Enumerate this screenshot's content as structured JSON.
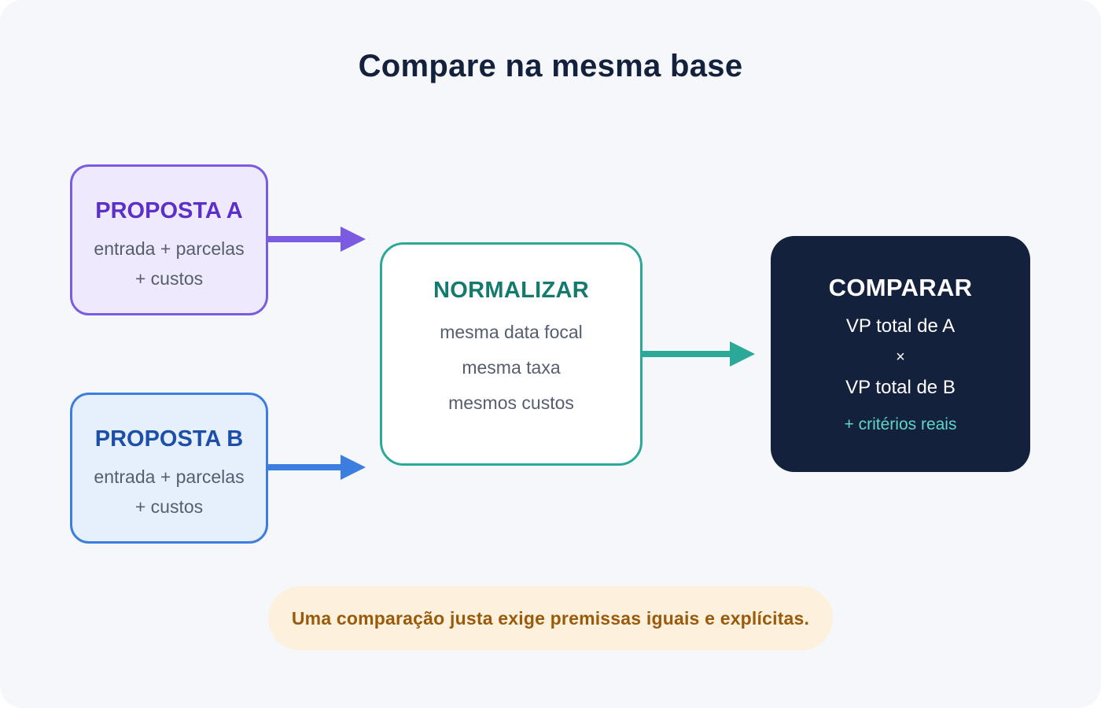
{
  "title": "Compare na mesma base",
  "proposta_a": {
    "heading": "PROPOSTA A",
    "line1": "entrada + parcelas",
    "line2": "+ custos"
  },
  "proposta_b": {
    "heading": "PROPOSTA B",
    "line1": "entrada + parcelas",
    "line2": "+ custos"
  },
  "normalizar": {
    "heading": "NORMALIZAR",
    "lines": [
      "mesma data focal",
      "mesma taxa",
      "mesmos custos"
    ]
  },
  "comparar": {
    "heading": "COMPARAR",
    "vp_a": "VP total de A",
    "times": "×",
    "vp_b": "VP total de B",
    "extra": "+ critérios reais"
  },
  "note": "Uma comparação justa exige premissas iguais e explícitas.",
  "colors": {
    "background": "#f5f7fb",
    "proposta_a_accent": "#7b5ce0",
    "proposta_b_accent": "#3b7ee0",
    "normalizar_accent": "#2aa898",
    "comparar_fill": "#14213d",
    "note_fill": "#fdf0dc",
    "note_text": "#9a5a0b"
  }
}
